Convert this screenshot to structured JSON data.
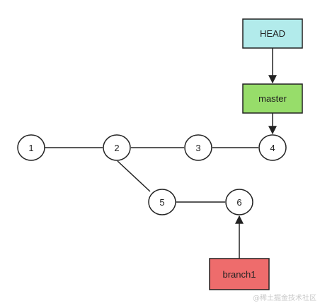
{
  "commits": [
    {
      "id": "c1",
      "label": "1"
    },
    {
      "id": "c2",
      "label": "2"
    },
    {
      "id": "c3",
      "label": "3"
    },
    {
      "id": "c4",
      "label": "4"
    },
    {
      "id": "c5",
      "label": "5"
    },
    {
      "id": "c6",
      "label": "6"
    }
  ],
  "edges": [
    {
      "from": "c1",
      "to": "c2"
    },
    {
      "from": "c2",
      "to": "c3"
    },
    {
      "from": "c3",
      "to": "c4"
    },
    {
      "from": "c2",
      "to": "c5"
    },
    {
      "from": "c5",
      "to": "c6"
    }
  ],
  "refs": [
    {
      "id": "head",
      "label": "HEAD",
      "fill": "#b2ebeb",
      "points_to": "master"
    },
    {
      "id": "master",
      "label": "master",
      "fill": "#97dd6a",
      "points_to": "c4"
    },
    {
      "id": "branch1",
      "label": "branch1",
      "fill": "#ee6c6c",
      "points_to": "c6"
    }
  ],
  "watermark": "@稀土掘金技术社区",
  "colors": {
    "stroke": "#222222",
    "node_fill": "#ffffff"
  }
}
